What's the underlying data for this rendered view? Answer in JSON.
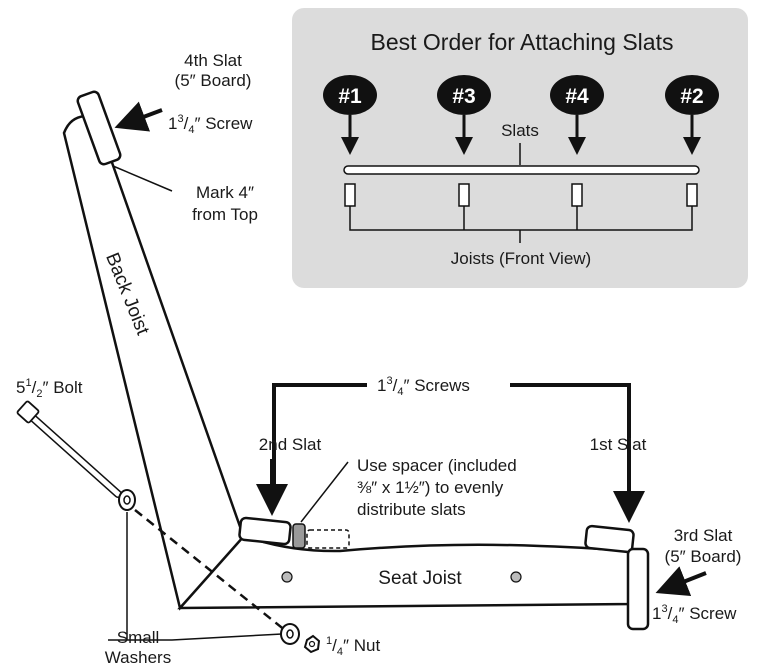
{
  "inset": {
    "title": "Best Order for Attaching Slats",
    "badges": [
      "#1",
      "#3",
      "#4",
      "#2"
    ],
    "slats_label": "Slats",
    "joists_label": "Joists (Front View)"
  },
  "labels": {
    "fourth_slat_line1": "4th Slat",
    "fourth_slat_line2": "(5″ Board)",
    "top_screw": "″ Screw",
    "mark_line1": "Mark 4″",
    "mark_line2": "from Top",
    "back_joist": "Back Joist",
    "bolt": "″ Bolt",
    "screws_top": "″ Screws",
    "second_slat": "2nd Slat",
    "first_slat": "1st Slat",
    "spacer_line1": "Use spacer (included",
    "spacer_line2": "⅜″ x 1½″) to evenly",
    "spacer_line3": "distribute slats",
    "third_slat_line1": "3rd Slat",
    "third_slat_line2": "(5″ Board)",
    "right_screw": "″ Screw",
    "seat_joist": "Seat Joist",
    "small_line1": "Small",
    "washers_line2": "Washers",
    "nut": "″ Nut"
  }
}
